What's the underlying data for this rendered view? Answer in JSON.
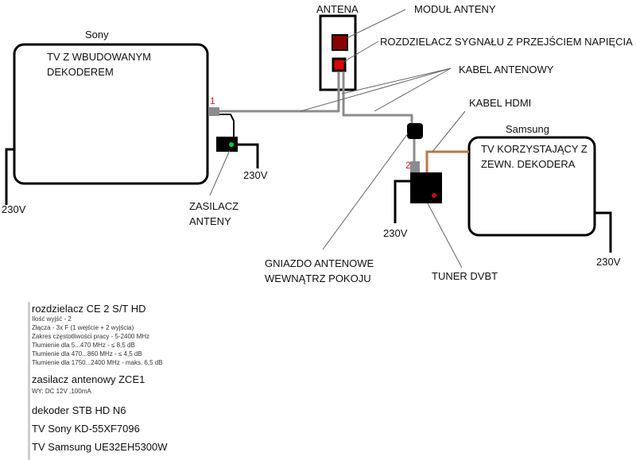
{
  "labels": {
    "sony": "Sony",
    "samsung": "Samsung",
    "antena": "ANTENA",
    "modul_anteny": "MODUŁ ANTENY",
    "rozdzielacz": "ROZDZIELACZ SYGNAŁU Z PRZEJŚCIEM NAPIĘCIA",
    "kabel_antenowy": "KABEL ANTENOWY",
    "kabel_hdmi": "KABEL HDMI",
    "tv_sony_line1": "TV Z WBUDOWANYM",
    "tv_sony_line2": "DEKODEREM",
    "tv_samsung_line1": "TV KORZYSTAJĄCY Z",
    "tv_samsung_line2": "ZEWN. DEKODERA",
    "zasilacz_line1": "ZASILACZ",
    "zasilacz_line2": "ANTENY",
    "gniazdo_line1": "GNIAZDO ANTENOWE",
    "gniazdo_line2": "WEWNĄTRZ POKOJU",
    "tuner": "TUNER DVBT",
    "v230_sony": "230V",
    "v230_zasilacz": "230V",
    "v230_tuner": "230V",
    "v230_samsung": "230V",
    "port1": "1",
    "port2": "2"
  },
  "specs": {
    "splitter_title": "rozdzielacz CE 2 S/T HD",
    "splitter_lines": [
      "Ilość wyjść - 2",
      "Złącza - 3x F (1 wejście + 2 wyjścia)",
      "Zakres częstotliwości pracy - 5-2400 MHz",
      "Tłumienie dla 5...470 MHz - ≤ 8,5 dB",
      "Tłumienie dla 470...860 MHz - ≤ 4,5 dB",
      "Tłumienie dla 1750...2400 MHz - maks. 6,5 dB"
    ],
    "psu_title": "zasilacz antenowy ZCE1",
    "psu_line": "WY: DC 12V ,100mA",
    "stb": "dekoder STB HD N6",
    "tv_sony": "TV Sony KD-55XF7096",
    "tv_samsung": "TV Samsung UE32EH5300W"
  },
  "colors": {
    "cable": "#8c8c8c",
    "hdmi": "#b47a4a",
    "module": "#8b0000",
    "led_red": "#e00000",
    "led_green": "#00cc44",
    "port_number": "#cc2222"
  }
}
